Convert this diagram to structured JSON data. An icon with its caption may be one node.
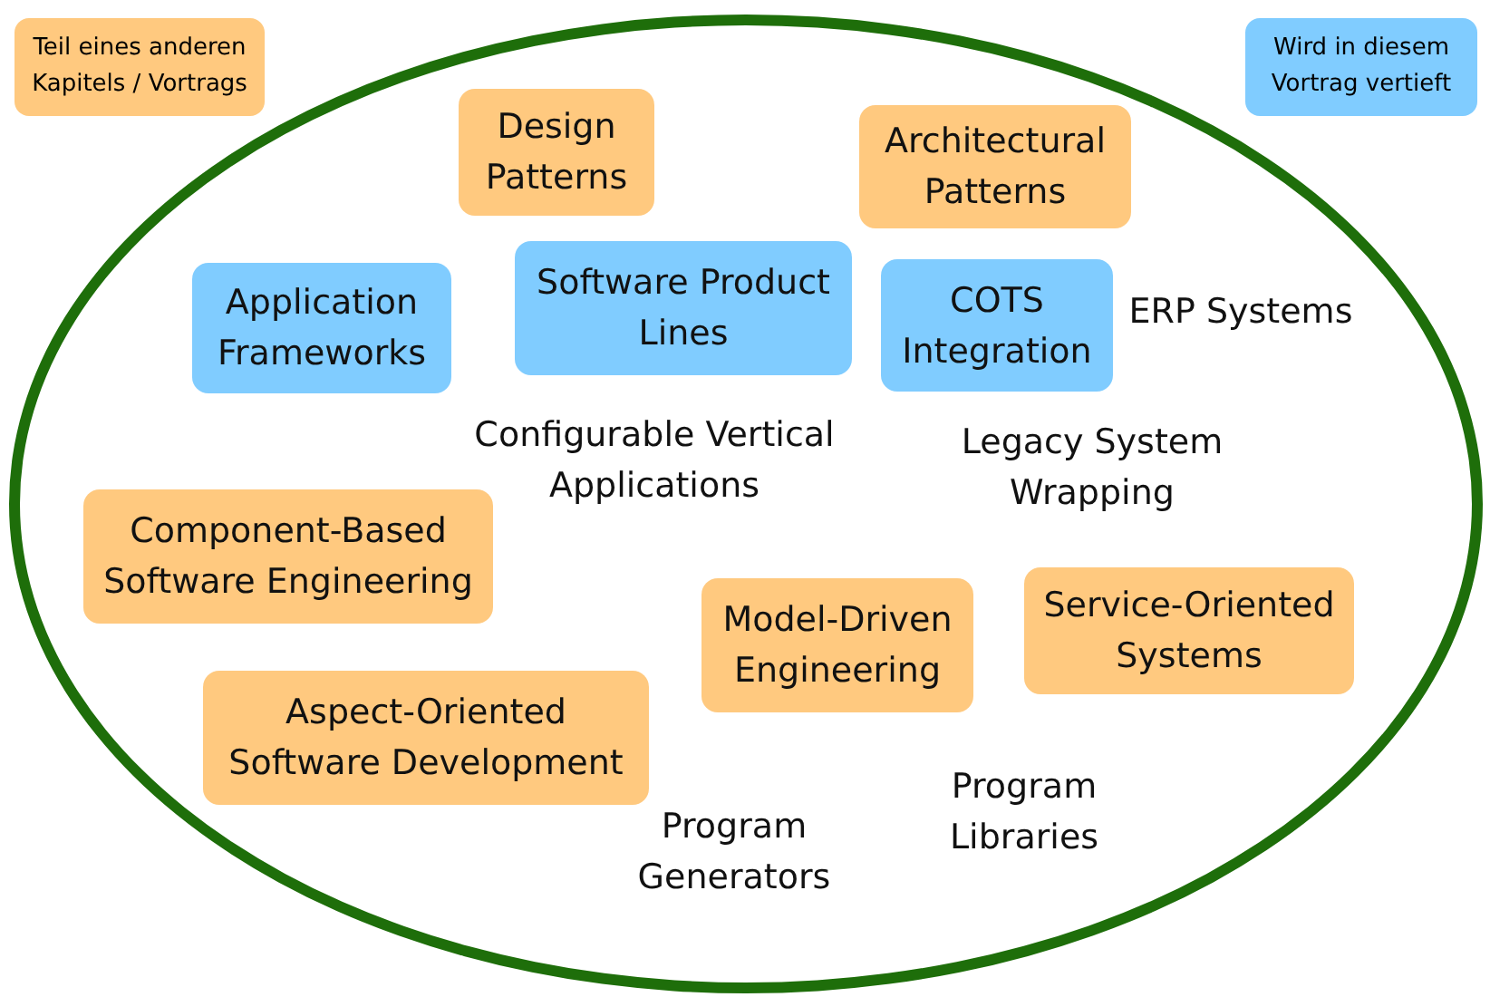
{
  "diagram": {
    "nodes": [
      {
        "text": [],
        "shape": "ellipse"
      },
      {
        "text": [
          "Design Patterns"
        ],
        "in": 0
      },
      {
        "text": [
          "Architectural Patterns"
        ],
        "in": 0
      },
      {
        "text": [
          "Application Frameworks"
        ],
        "in": 0
      },
      {
        "text": [
          "Software Product Lines"
        ],
        "in": 0
      },
      {
        "text": [
          "COTS Integration"
        ],
        "in": 0
      },
      {
        "text": [
          "Component-Based Software Engineering"
        ],
        "in": 0
      },
      {
        "text": [
          "Model-Driven Engineering"
        ],
        "in": 0
      },
      {
        "text": [
          "Service-Oriented Systems"
        ],
        "in": 0
      },
      {
        "text": [
          "Aspect-Oriented Software Development"
        ],
        "in": 0
      }
    ],
    "edges": [],
    "labels": [
      "ERP Systems",
      "Configurable Vertical Applications",
      "Legacy System Wrapping",
      "Program Libraries",
      "Program Generators"
    ],
    "legend": [
      {
        "text": "Teil eines anderen Kapitels / Vortrags",
        "color": "#ffc97f"
      },
      {
        "text": "Wird in diesem Vortrag vertieft",
        "color": "#80ccff"
      }
    ]
  }
}
